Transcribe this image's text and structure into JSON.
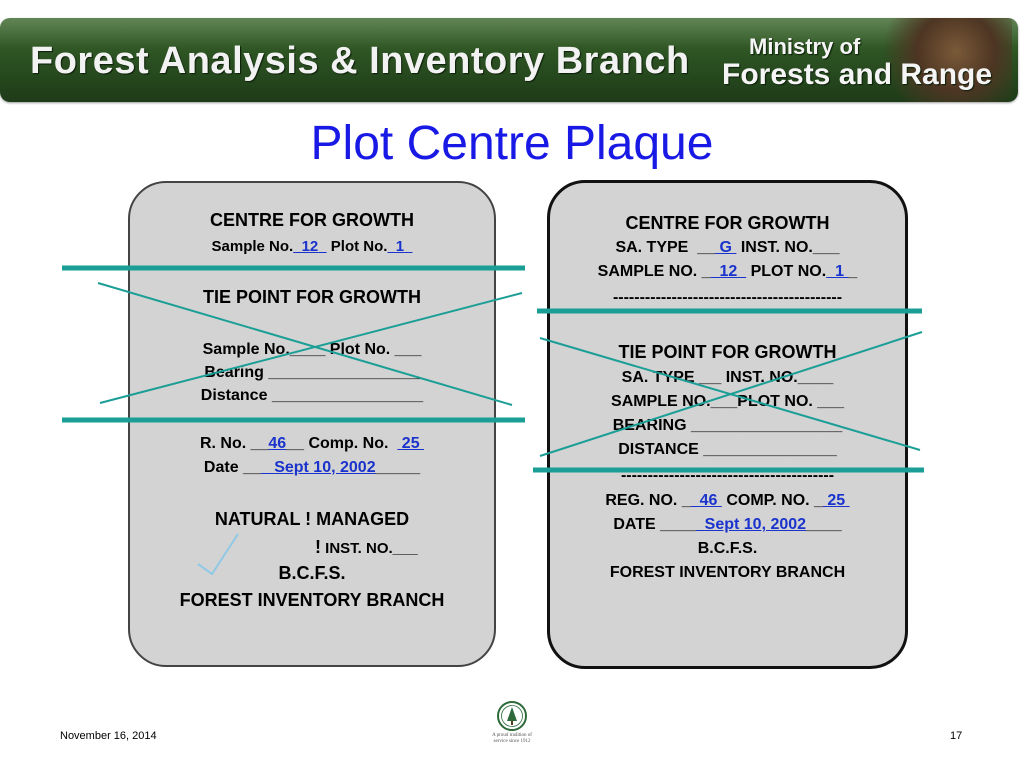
{
  "banner": {
    "branch_title": "Forest Analysis & Inventory Branch",
    "ministry_line1": "Ministry of",
    "ministry_line2": "Forests and Range"
  },
  "slide_title": "Plot Centre Plaque",
  "left_plaque": {
    "heading": "CENTRE FOR  GROWTH",
    "sample_label": "Sample No.",
    "sample_value": "12",
    "plot_label": "Plot No.",
    "plot_value": "1",
    "tie_heading": "TIE POINT FOR GROWTH",
    "tie_sample": "Sample No.____ Plot No. ___",
    "bearing": "Bearing  _________________",
    "distance": "Distance _________________",
    "r_label": "R. No.",
    "r_value": "46",
    "comp_label": "Comp. No.",
    "comp_value": "25",
    "date_label": "Date",
    "date_value": "Sept 10, 2002",
    "natural_managed": "NATURAL   ! MANAGED",
    "inst_bang": "!",
    "inst_no": "INST. NO.___",
    "bcfs": "B.C.F.S.",
    "branch": "FOREST INVENTORY BRANCH"
  },
  "right_plaque": {
    "heading": "CENTRE FOR GROWTH",
    "sa_type_label": "SA. TYPE",
    "sa_type_value": "G",
    "inst_label": "INST.  NO.___",
    "sample_label": "SAMPLE NO.",
    "sample_value": "12",
    "plot_label": "PLOT NO.",
    "plot_value": "1",
    "dashes1": "-------------------------------------------",
    "tie_heading": "TIE POINT FOR GROWTH",
    "tie_sa_type": "SA. TYPE___  INST.  NO.____",
    "tie_sample": "SAMPLE NO.___PLOT NO. ___",
    "bearing": "BEARING _________________",
    "distance": "DISTANCE _______________",
    "dashes2": "----------------------------------------",
    "reg_label": "REG. NO.",
    "reg_value": "46",
    "comp_label": "COMP. NO.",
    "comp_value": "25",
    "date_label": "DATE",
    "date_value": "Sept 10, 2002",
    "bcfs": "B.C.F.S.",
    "branch": "FOREST INVENTORY BRANCH"
  },
  "footer": {
    "date": "November 16, 2014",
    "page_number": "17",
    "seal_line1": "A proud tradition of",
    "seal_line2": "service since 1912"
  },
  "colors": {
    "title_blue": "#1919e6",
    "fill_blue": "#1a33cc",
    "teal_line": "#1a9e96",
    "plaque_gray": "#d3d3d3",
    "banner_green": "#2c5222"
  }
}
